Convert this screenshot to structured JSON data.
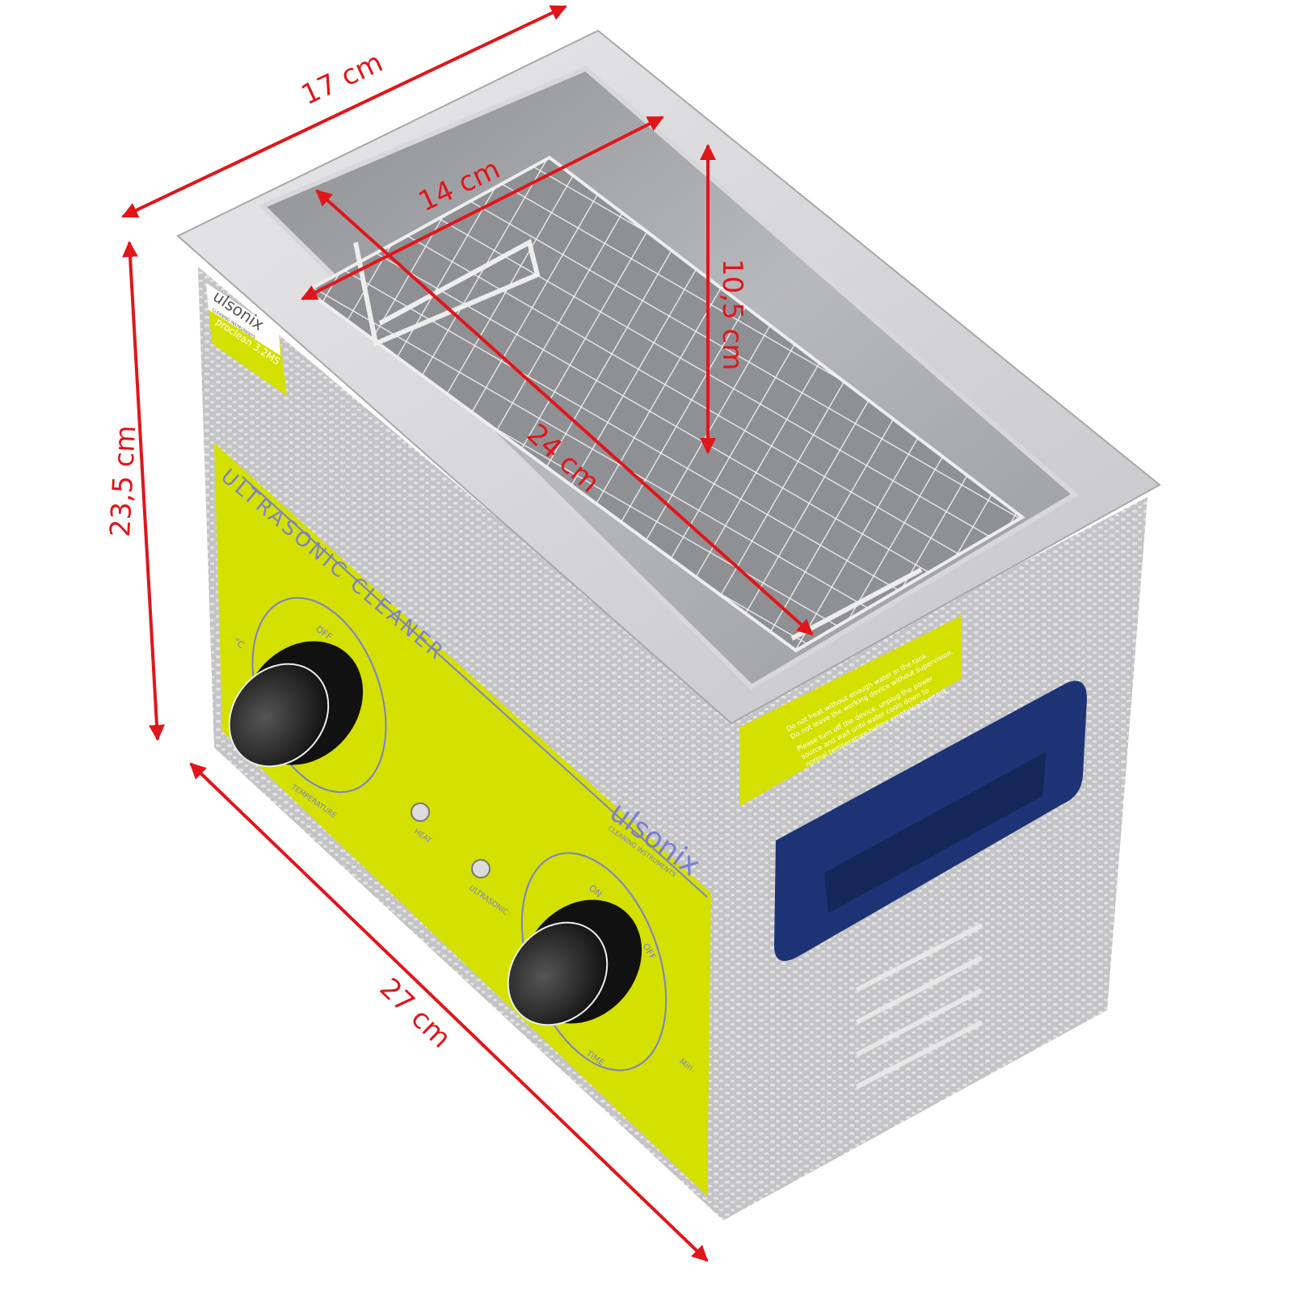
{
  "dimensions": {
    "outer_width": "17 cm",
    "basket_width": "14 cm",
    "basket_depth": "10,5 cm",
    "basket_length": "24 cm",
    "height": "23,5 cm",
    "outer_length": "27 cm"
  },
  "brand_sticker": {
    "brand": "ulsonix",
    "tagline": "CLEANING INSTRUMENTS",
    "model": "proclean 3.2MS"
  },
  "front_panel": {
    "title": "ULTRASONIC CLEANER",
    "temp_unit": "°C",
    "temp_off": "OFF",
    "temp_knob_label": "TEMPERATURE",
    "heat_label": "HEAT",
    "ultrasonic_label": "ULTRASONIC",
    "time_on": "ON",
    "time_off": "OFF",
    "time_knob_label": "TIME",
    "time_unit": "Min",
    "brand": "ulsonix",
    "tagline": "CLEANING INSTRUMENTS"
  },
  "warning_label": {
    "line1": "Do not heat without enough water in the tank.",
    "line2": "Do not leave the working device without supervision.",
    "line3": "Please turn off the device, unplug the power",
    "line4": "source and wait until water cools down to",
    "line5": "normal temperature before emptying the tank."
  },
  "colors": {
    "dimension_arrow": "#e0161b",
    "panel_yellow": "#d4e000",
    "handle_blue": "#1e3375",
    "steel": "#c9c9cb"
  }
}
